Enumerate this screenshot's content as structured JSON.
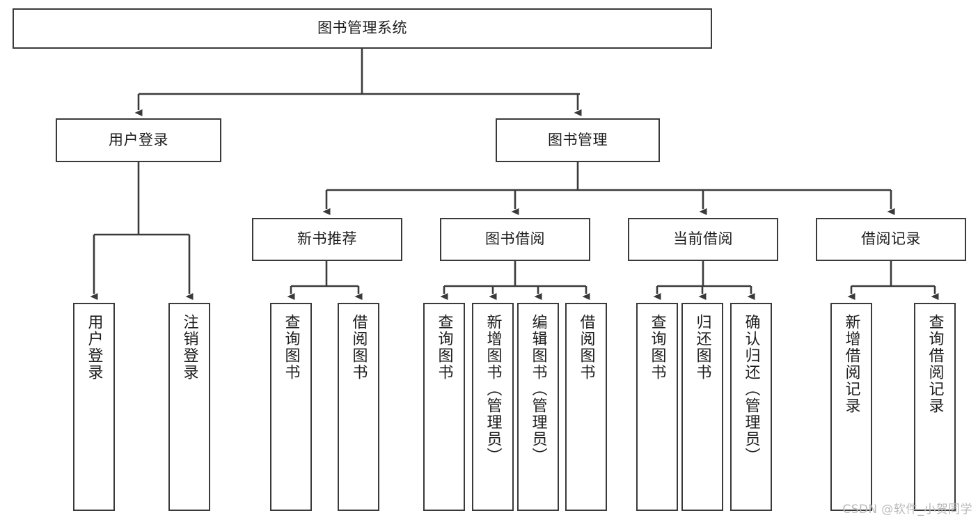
{
  "diagram": {
    "title_node": {
      "label": "图书管理系统"
    },
    "level2": [
      {
        "id": "user-login",
        "label": "用户登录"
      },
      {
        "id": "book-management",
        "label": "图书管理"
      }
    ],
    "level3": [
      {
        "id": "new-book-recommend",
        "label": "新书推荐"
      },
      {
        "id": "book-borrow",
        "label": "图书借阅"
      },
      {
        "id": "current-borrow",
        "label": "当前借阅"
      },
      {
        "id": "borrow-record",
        "label": "借阅记录"
      }
    ],
    "leaves": {
      "user_login": [
        {
          "id": "leaf-user-login",
          "label": "用户登录"
        },
        {
          "id": "leaf-logout-login",
          "label": "注销登录"
        }
      ],
      "new_book_recommend": [
        {
          "id": "leaf-query-book-1",
          "label": "查询图书"
        },
        {
          "id": "leaf-borrow-book-1",
          "label": "借阅图书"
        }
      ],
      "book_borrow": [
        {
          "id": "leaf-query-book-2",
          "label": "查询图书"
        },
        {
          "id": "leaf-add-book",
          "label": "新增图书（管理员）"
        },
        {
          "id": "leaf-edit-book",
          "label": "编辑图书（管理员）"
        },
        {
          "id": "leaf-borrow-book-2",
          "label": "借阅图书"
        }
      ],
      "current_borrow": [
        {
          "id": "leaf-query-book-3",
          "label": "查询图书"
        },
        {
          "id": "leaf-return-book",
          "label": "归还图书"
        },
        {
          "id": "leaf-confirm-return",
          "label": "确认归还（管理员）"
        }
      ],
      "borrow_record": [
        {
          "id": "leaf-add-borrow-record",
          "label": "新增借阅记录"
        },
        {
          "id": "leaf-query-borrow-record",
          "label": "查询借阅记录"
        }
      ]
    }
  },
  "watermark": {
    "text": "CSDN @软件_小贺同学"
  },
  "colors": {
    "stroke": "#3a3a3a",
    "background": "#ffffff",
    "text": "#1c1c1c",
    "watermark": "#b9b9b9"
  }
}
